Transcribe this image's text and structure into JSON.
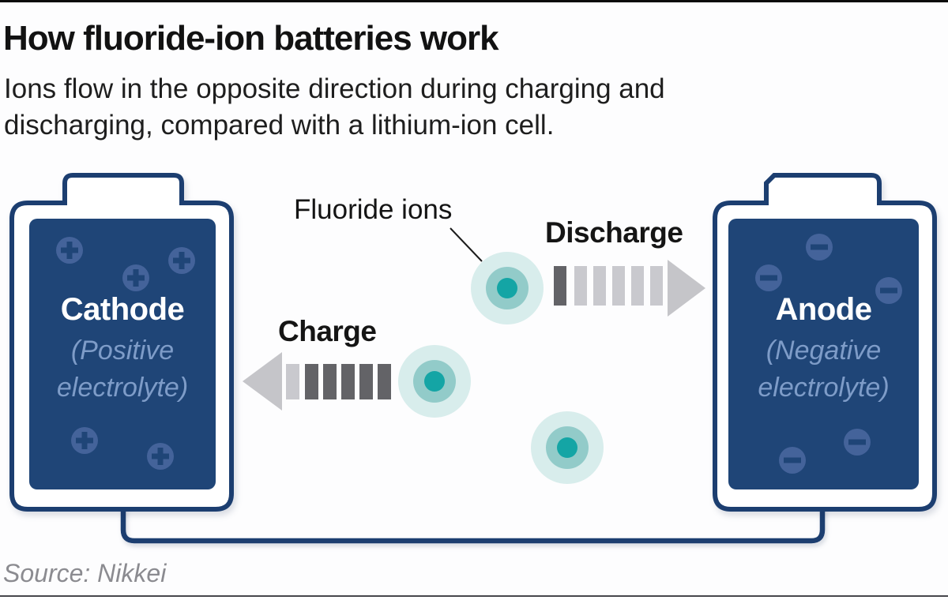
{
  "header": {
    "title": "How fluoride-ion batteries work",
    "subtitle_lines": [
      "Ions flow in the opposite direction during charging and",
      "discharging, compared with a lithium-ion cell."
    ]
  },
  "diagram": {
    "fluoride_ions_label": "Fluoride ions",
    "discharge_label": "Discharge",
    "charge_label": "Charge",
    "cathode": {
      "name": "Cathode",
      "sub_lines": [
        "(Positive",
        "electrolyte)"
      ],
      "charge_symbol": "+"
    },
    "anode": {
      "name": "Anode",
      "sub_lines": [
        "(Negative",
        "electrolyte)"
      ],
      "charge_symbol": "−"
    }
  },
  "footer": {
    "source": "Source: Nikkei"
  },
  "colors": {
    "navy": "#1c3e70",
    "panel": "#1f4577",
    "badge": "#44639a",
    "lightblue": "#7e9cc8",
    "teal-core": "#14a5a5",
    "teal-mid": "#92cbc9",
    "teal-outer": "#d8edec",
    "gray-dark": "#636367",
    "gray-light": "#c9c9ce",
    "gray-head": "#c5c5c9"
  }
}
